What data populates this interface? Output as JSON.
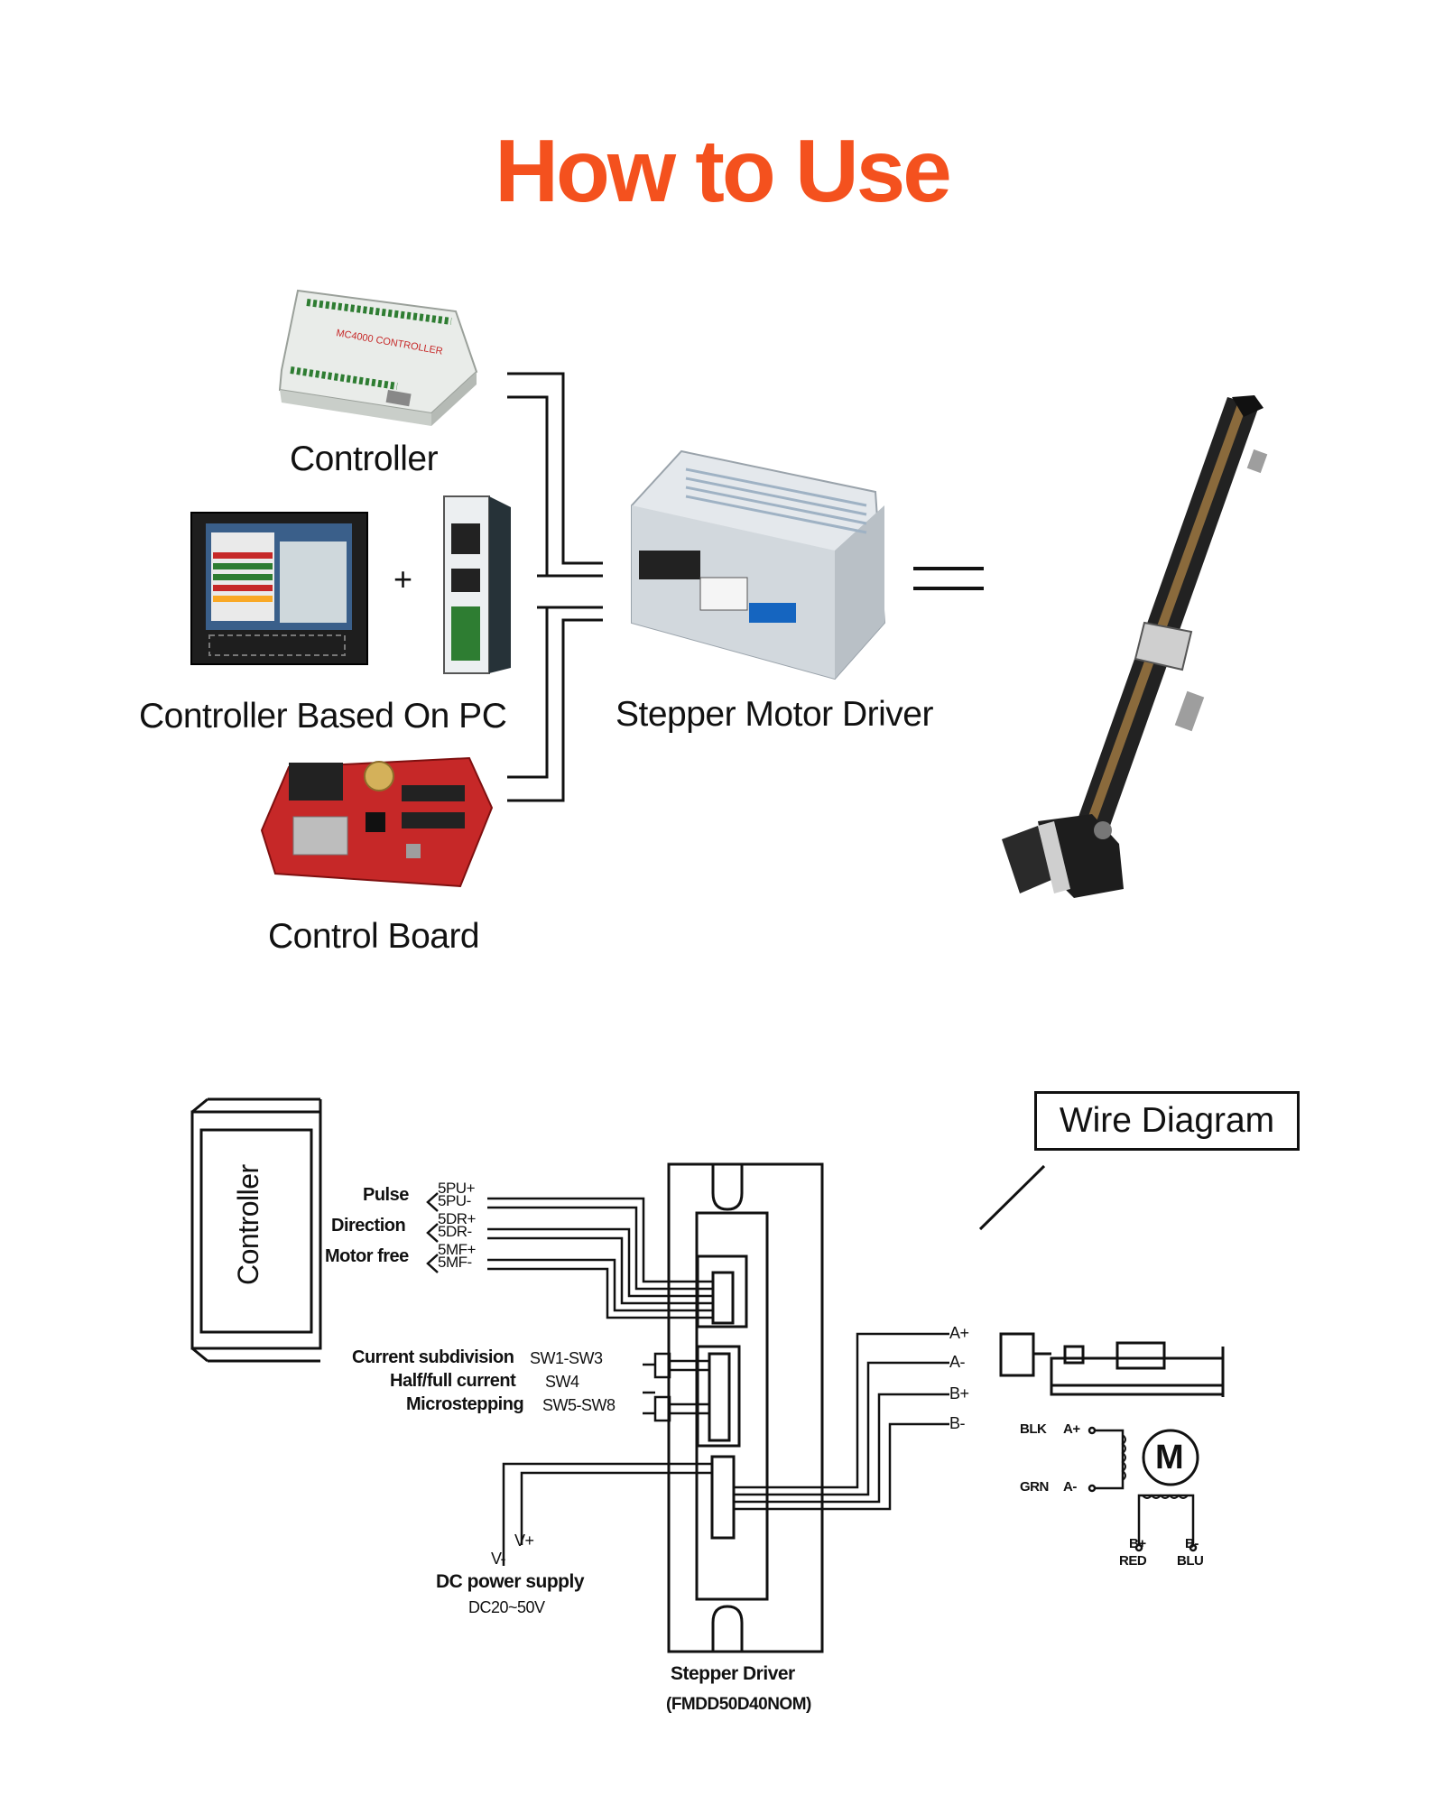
{
  "title": "How to Use",
  "colors": {
    "title": "#f4511e",
    "ink": "#111111",
    "pcb_red": "#c62828",
    "panel_green": "#2e7d32",
    "rail_bronze": "#8a6a3c"
  },
  "top_diagram": {
    "sources": {
      "controller": "Controller",
      "pc_controller": "Controller Based On PC",
      "pc_plus": "+",
      "control_board": "Control Board"
    },
    "driver": "Stepper Motor Driver"
  },
  "wire_diagram": {
    "box_title": "Wire Diagram",
    "controller": "Controller",
    "signals": [
      {
        "name": "Pulse",
        "plus": "5PU+",
        "minus": "5PU-"
      },
      {
        "name": "Direction",
        "plus": "5DR+",
        "minus": "5DR-"
      },
      {
        "name": "Motor free",
        "plus": "5MF+",
        "minus": "5MF-"
      }
    ],
    "switches": [
      {
        "name": "Current subdivision",
        "code": "SW1-SW3"
      },
      {
        "name": "Half/full current",
        "code": "SW4"
      },
      {
        "name": "Microstepping",
        "code": "SW5-SW8"
      }
    ],
    "power": {
      "v_minus": "V-",
      "v_plus": "V+",
      "label": "DC power supply",
      "range": "DC20~50V"
    },
    "driver_name": "Stepper Driver",
    "driver_model": "(FMDD50D40NOM)",
    "outputs": [
      "A+",
      "A-",
      "B+",
      "B-"
    ],
    "motor": {
      "symbol": "M",
      "blk": "BLK",
      "a_plus": "A+",
      "grn": "GRN",
      "a_minus": "A-",
      "b_plus": "B+",
      "red": "RED",
      "b_minus": "B-",
      "blu": "BLU"
    }
  }
}
